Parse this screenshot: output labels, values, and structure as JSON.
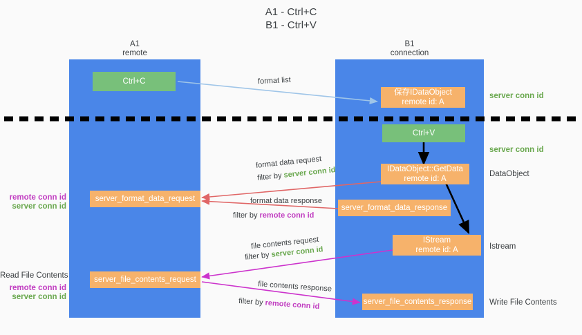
{
  "title": {
    "line1": "A1 - Ctrl+C",
    "line2": "B1 - Ctrl+V"
  },
  "columns": [
    {
      "name": "A1",
      "sub": "remote"
    },
    {
      "name": "B1",
      "sub": "connection"
    }
  ],
  "colors": {
    "lane": "#4a86e8",
    "orange_node": "#f6b26b",
    "green_node": "#78c07a",
    "server_conn_id": "#6aa84f",
    "remote_conn_id": "#c13ec1",
    "arrow_light_blue": "#9fc5e8",
    "arrow_red": "#e06666",
    "arrow_magenta": "#cc33cc",
    "arrow_black": "#000000",
    "text": "#3c4043",
    "background": "#fafafa"
  },
  "nodes": {
    "ctrl_c": {
      "line1": "Ctrl+C",
      "line2": ""
    },
    "save_idataobject": {
      "line1": "保存IDataObject",
      "line2": "remote id: A"
    },
    "ctrl_v": {
      "line1": "Ctrl+V",
      "line2": ""
    },
    "getdata": {
      "line1": "IDataObject::GetData",
      "line2": "remote id: A"
    },
    "server_format_data_request": {
      "line1": "server_format_data_request",
      "line2": ""
    },
    "server_format_data_response": {
      "line1": "server_format_data_response",
      "line2": ""
    },
    "istream": {
      "line1": "IStream",
      "line2": "remote id: A"
    },
    "server_file_contents_request": {
      "line1": "server_file_contents_request",
      "line2": ""
    },
    "server_file_contents_response": {
      "line1": "server_file_contents_response",
      "line2": ""
    }
  },
  "right_labels": {
    "server_conn_id_top": "server conn id",
    "server_conn_id_mid": "server conn id",
    "dataobject": "DataObject",
    "istream": "Istream",
    "write_file_contents": "Write File Contents"
  },
  "left_labels": {
    "remote_conn_id_1": "remote conn id",
    "server_conn_id_1": "server conn id",
    "read_file_contents": "Read File Contents",
    "remote_conn_id_2": "remote conn id",
    "server_conn_id_2": "server conn id"
  },
  "edge_labels": {
    "format_list": "format list",
    "format_data_request": "format data request",
    "filter_by_prefix_1": "filter by ",
    "filter_by_value_1": "server conn id",
    "format_data_response": "format data response",
    "filter_by_prefix_2": "filter by ",
    "filter_by_value_2": "remote conn id",
    "file_contents_request": "file contents request",
    "filter_by_prefix_3": "filter by ",
    "filter_by_value_3": "server conn id",
    "file_contents_response": "file contents response",
    "filter_by_prefix_4": "filter by ",
    "filter_by_value_4": "remote conn id"
  }
}
